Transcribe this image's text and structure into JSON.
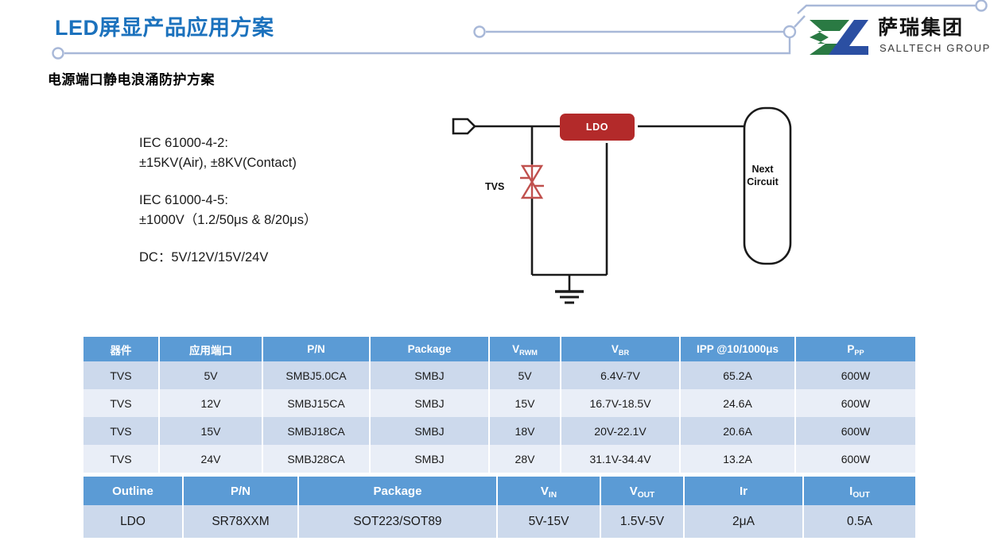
{
  "header": {
    "page_title": "LED屏显产品应用方案",
    "section_title": "电源端口静电浪涌防护方案"
  },
  "logo": {
    "mark_name": "salltech-logo-mark",
    "cn_name": "萨瑞集团",
    "en_name": "SALLTECH GROUP",
    "green": "#2a7a43",
    "blue": "#2b4fa2"
  },
  "spec": {
    "block1": {
      "line1": "IEC 61000-4-2:",
      "line2": "±15KV(Air), ±8KV(Contact)"
    },
    "block2": {
      "line1": "IEC 61000-4-5:",
      "line2": "±1000V（1.2/50μs & 8/20μs）"
    },
    "block3": {
      "line1": "DC：5V/12V/15V/24V"
    }
  },
  "circuit": {
    "ldo_label": "LDO",
    "tvs_label": "TVS",
    "next_circuit_line1": "Next",
    "next_circuit_line2": "Circuit",
    "ldo_color": "#b32a2a",
    "tvs_color": "#c0504d"
  },
  "tvs_table": {
    "headers": [
      {
        "main": "器件",
        "sub": ""
      },
      {
        "main": "应用端口",
        "sub": ""
      },
      {
        "main": "P/N",
        "sub": ""
      },
      {
        "main": "Package",
        "sub": ""
      },
      {
        "main": "V",
        "sub": "RWM"
      },
      {
        "main": "V",
        "sub": "BR"
      },
      {
        "main": "IPP @10/1000μs",
        "sub": ""
      },
      {
        "main": "P",
        "sub": "PP"
      }
    ],
    "rows": [
      [
        "TVS",
        "5V",
        "SMBJ5.0CA",
        "SMBJ",
        "5V",
        "6.4V-7V",
        "65.2A",
        "600W"
      ],
      [
        "TVS",
        "12V",
        "SMBJ15CA",
        "SMBJ",
        "15V",
        "16.7V-18.5V",
        "24.6A",
        "600W"
      ],
      [
        "TVS",
        "15V",
        "SMBJ18CA",
        "SMBJ",
        "18V",
        "20V-22.1V",
        "20.6A",
        "600W"
      ],
      [
        "TVS",
        "24V",
        "SMBJ28CA",
        "SMBJ",
        "28V",
        "31.1V-34.4V",
        "13.2A",
        "600W"
      ]
    ]
  },
  "ldo_table": {
    "headers": [
      {
        "main": "Outline",
        "sub": ""
      },
      {
        "main": "P/N",
        "sub": ""
      },
      {
        "main": "Package",
        "sub": ""
      },
      {
        "main": "V",
        "sub": "IN"
      },
      {
        "main": "V",
        "sub": "OUT"
      },
      {
        "main": "Ir",
        "sub": ""
      },
      {
        "main": "I",
        "sub": "OUT"
      }
    ],
    "rows": [
      [
        "LDO",
        "SR78XXM",
        "SOT223/SOT89",
        "5V-15V",
        "1.5V-5V",
        "2μA",
        "0.5A"
      ]
    ]
  },
  "theme": {
    "header_blue": "#5b9bd5",
    "title_blue": "#1c72bd",
    "row_dark": "#ccd9ec",
    "row_light": "#e9eef7",
    "deco_line": "#a8b8d8"
  }
}
